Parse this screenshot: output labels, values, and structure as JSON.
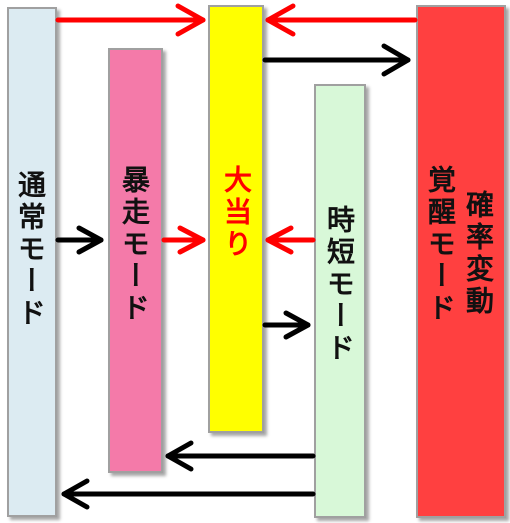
{
  "colors": {
    "normal_box": "#dcebf2",
    "rampage_box": "#f47aa9",
    "jackpot_box": "#ffff00",
    "jitan_box": "#d8f8d8",
    "kakuhen_box": "#ff4040",
    "jackpot_text": "#ff0000",
    "red_arrow": "#ff0000",
    "black_arrow": "#000000"
  },
  "modes": {
    "normal": {
      "label": "通常モード"
    },
    "rampage": {
      "label": "暴走モード"
    },
    "jackpot": {
      "label": "大当り"
    },
    "jitan": {
      "label": "時短モード"
    },
    "kakuhen": {
      "label_line1": "確率変動",
      "label_line2": "覚醒モード"
    }
  }
}
